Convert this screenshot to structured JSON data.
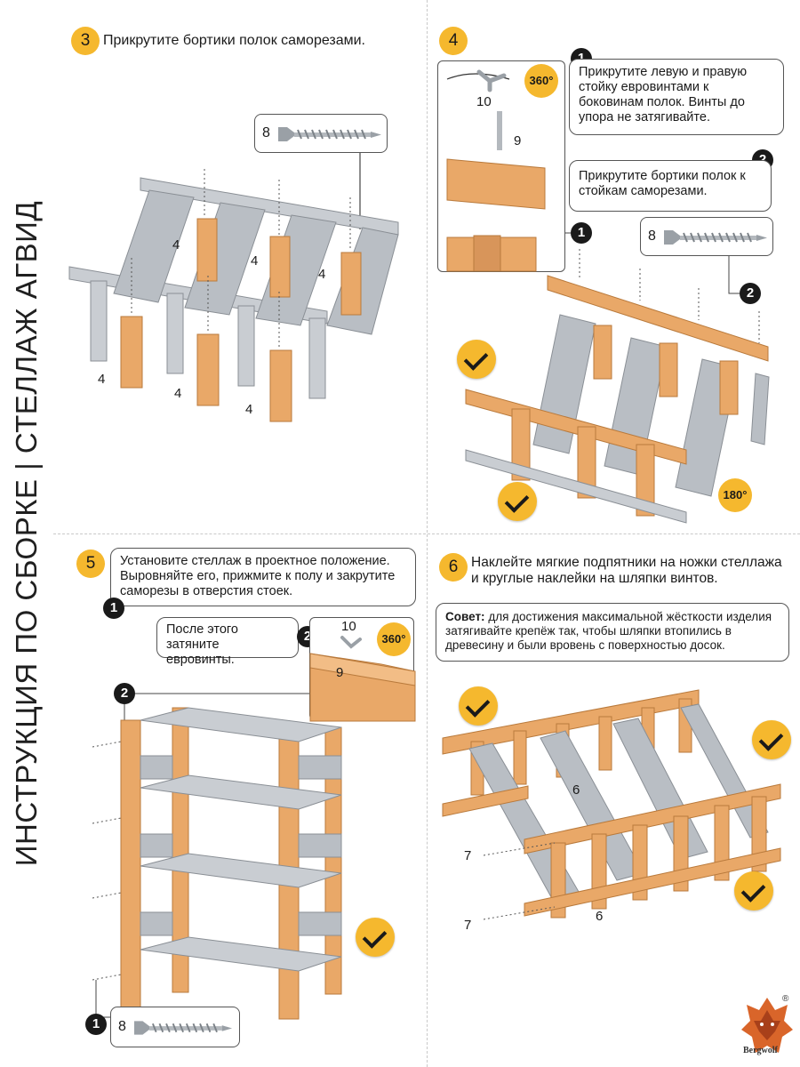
{
  "side_title": "ИНСТРУКЦИЯ ПО СБОРКЕ | СТЕЛЛАЖ АГВИД",
  "colors": {
    "accent": "#f5b82e",
    "steel": "#b9bec4",
    "wood": "#e9a868",
    "text": "#1a1a1a"
  },
  "step3": {
    "number": "3",
    "text": "Прикрутите бортики полок саморезами.",
    "screw_label": "8",
    "part_labels": [
      "4",
      "4",
      "4",
      "4",
      "4",
      "4"
    ]
  },
  "step4": {
    "number": "4",
    "callout1": {
      "num": "1",
      "text": "Прикрутите левую и правую стойку евровинтами к боковинам полок. Винты до упора не затягивайте."
    },
    "callout2": {
      "num": "2",
      "text": "Прикрутите бортики полок к стойкам саморезами."
    },
    "rotate_label": "360°",
    "flip_label": "180°",
    "part_10": "10",
    "part_9": "9",
    "marker_1": "1",
    "marker_2": "2",
    "screw_label": "8"
  },
  "step5": {
    "number": "5",
    "callout1": {
      "num": "1",
      "text": "Установите стеллаж в проектное положение. Выровняйте его, прижмите к полу и закрутите саморезы в отверстия стоек."
    },
    "callout2": {
      "num": "2",
      "text": "После этого затяните евровинты."
    },
    "part_10": "10",
    "part_9": "9",
    "rotate_label": "360°",
    "marker_2": "2",
    "marker_1": "1",
    "screw_label": "8"
  },
  "step6": {
    "number": "6",
    "text": "Наклейте мягкие подпятники на ножки стеллажа и круглые наклейки на шляпки винтов.",
    "tip_label": "Совет:",
    "tip_text": " для достижения максимальной жёсткости изделия затягивайте крепёж так, чтобы шляпки втопились в древесину и были вровень с поверхностью досок.",
    "part_labels": [
      "6",
      "7",
      "7",
      "6"
    ]
  },
  "brand": {
    "name": "Bergwolf",
    "reg": "®"
  }
}
